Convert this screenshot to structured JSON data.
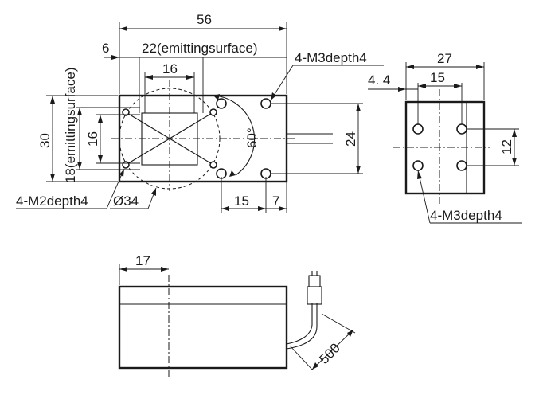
{
  "front_view": {
    "overall_width": "56",
    "left_offset": "6",
    "emitting_width": "22(emittingsurface)",
    "inner_width": "16",
    "height": "30",
    "emitting_height": "18(emittingsurface)",
    "inner_height": "16",
    "right_height": "24",
    "angle": "60°",
    "hole_spacing": "15",
    "right_margin": "7",
    "diameter": "Ø34",
    "callout_m2": "4-M2depth4",
    "callout_m3": "4-M3depth4"
  },
  "side_view": {
    "width": "27",
    "offset": "4. 4",
    "hole_spacing_h": "15",
    "hole_spacing_v": "12",
    "callout_m3": "4-M3depth4"
  },
  "bottom_view": {
    "depth": "17",
    "cable_length": "500"
  }
}
